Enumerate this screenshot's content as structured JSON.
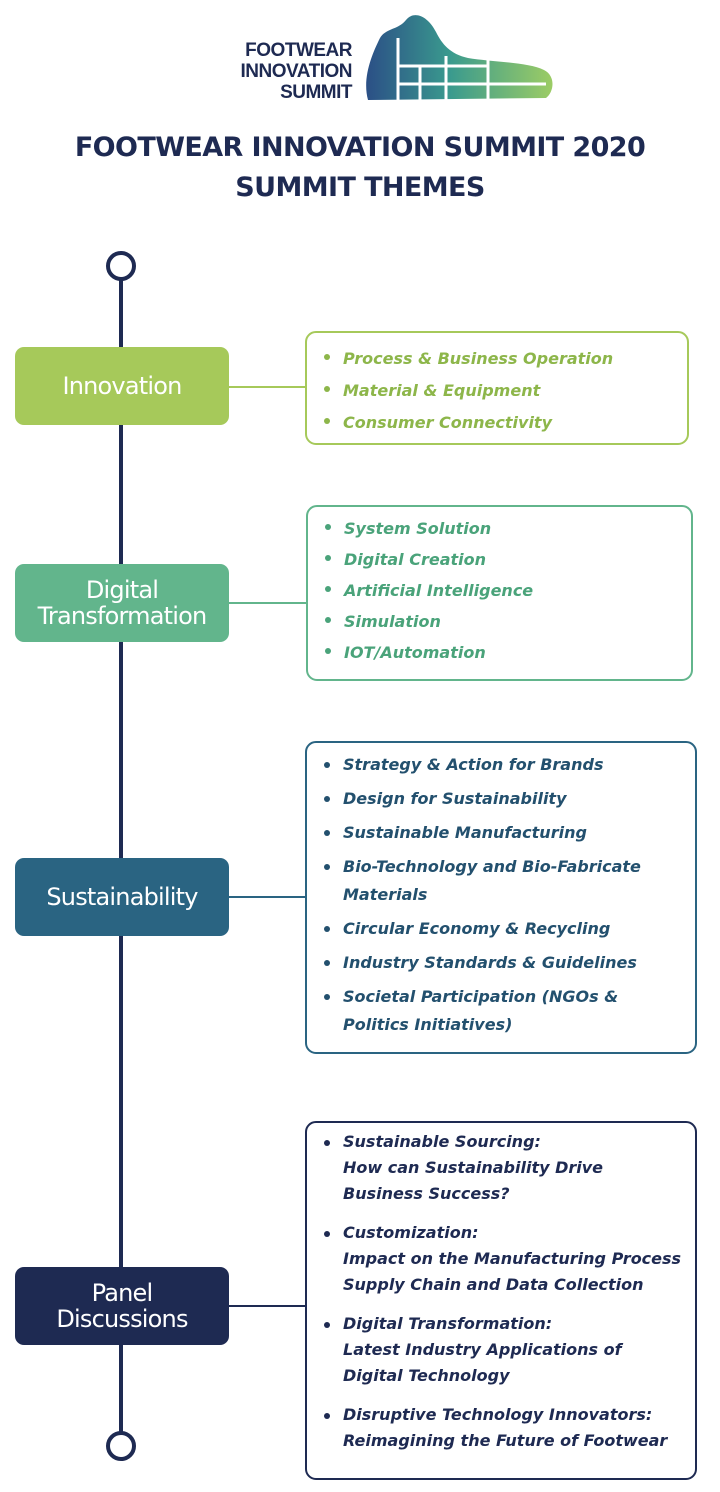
{
  "logo": {
    "lines": [
      "FOOTWEAR",
      "INNOVATION",
      "SUMMIT"
    ]
  },
  "title": {
    "line1": "FOOTWEAR INNOVATION SUMMIT 2020",
    "line2": "SUMMIT THEMES"
  },
  "colors": {
    "navy": "#1e2a52",
    "innovation": "#a6c95a",
    "digital": "#62b58c",
    "sustainability": "#2a6482",
    "panel": "#1e2a52"
  },
  "themes": [
    {
      "label": "Innovation",
      "items": [
        "Process & Business Operation",
        "Material & Equipment",
        "Consumer Connectivity"
      ]
    },
    {
      "label_lines": [
        "Digital",
        "Transformation"
      ],
      "items": [
        "System Solution",
        "Digital Creation",
        "Artificial Intelligence",
        "Simulation",
        "IOT/Automation"
      ]
    },
    {
      "label": "Sustainability",
      "items": [
        {
          "lines": [
            "Strategy & Action for Brands"
          ]
        },
        {
          "lines": [
            "Design for Sustainability"
          ]
        },
        {
          "lines": [
            "Sustainable Manufacturing"
          ]
        },
        {
          "lines": [
            "Bio-Technology and Bio-Fabricate",
            "Materials"
          ]
        },
        {
          "lines": [
            "Circular Economy & Recycling"
          ]
        },
        {
          "lines": [
            "Industry Standards & Guidelines"
          ]
        },
        {
          "lines": [
            "Societal Participation (NGOs &",
            "Politics Initiatives)"
          ]
        }
      ]
    },
    {
      "label_lines": [
        "Panel",
        "Discussions"
      ],
      "items": [
        {
          "lines": [
            "Sustainable Sourcing:",
            "How can Sustainability Drive",
            "Business Success?"
          ]
        },
        {
          "lines": [
            "Customization:",
            "Impact on the Manufacturing Process",
            "Supply Chain and Data Collection"
          ]
        },
        {
          "lines": [
            "Digital Transformation:",
            "Latest Industry Applications of",
            "Digital Technology"
          ]
        },
        {
          "lines": [
            "Disruptive Technology Innovators:",
            "Reimagining the Future of Footwear"
          ]
        }
      ]
    }
  ]
}
